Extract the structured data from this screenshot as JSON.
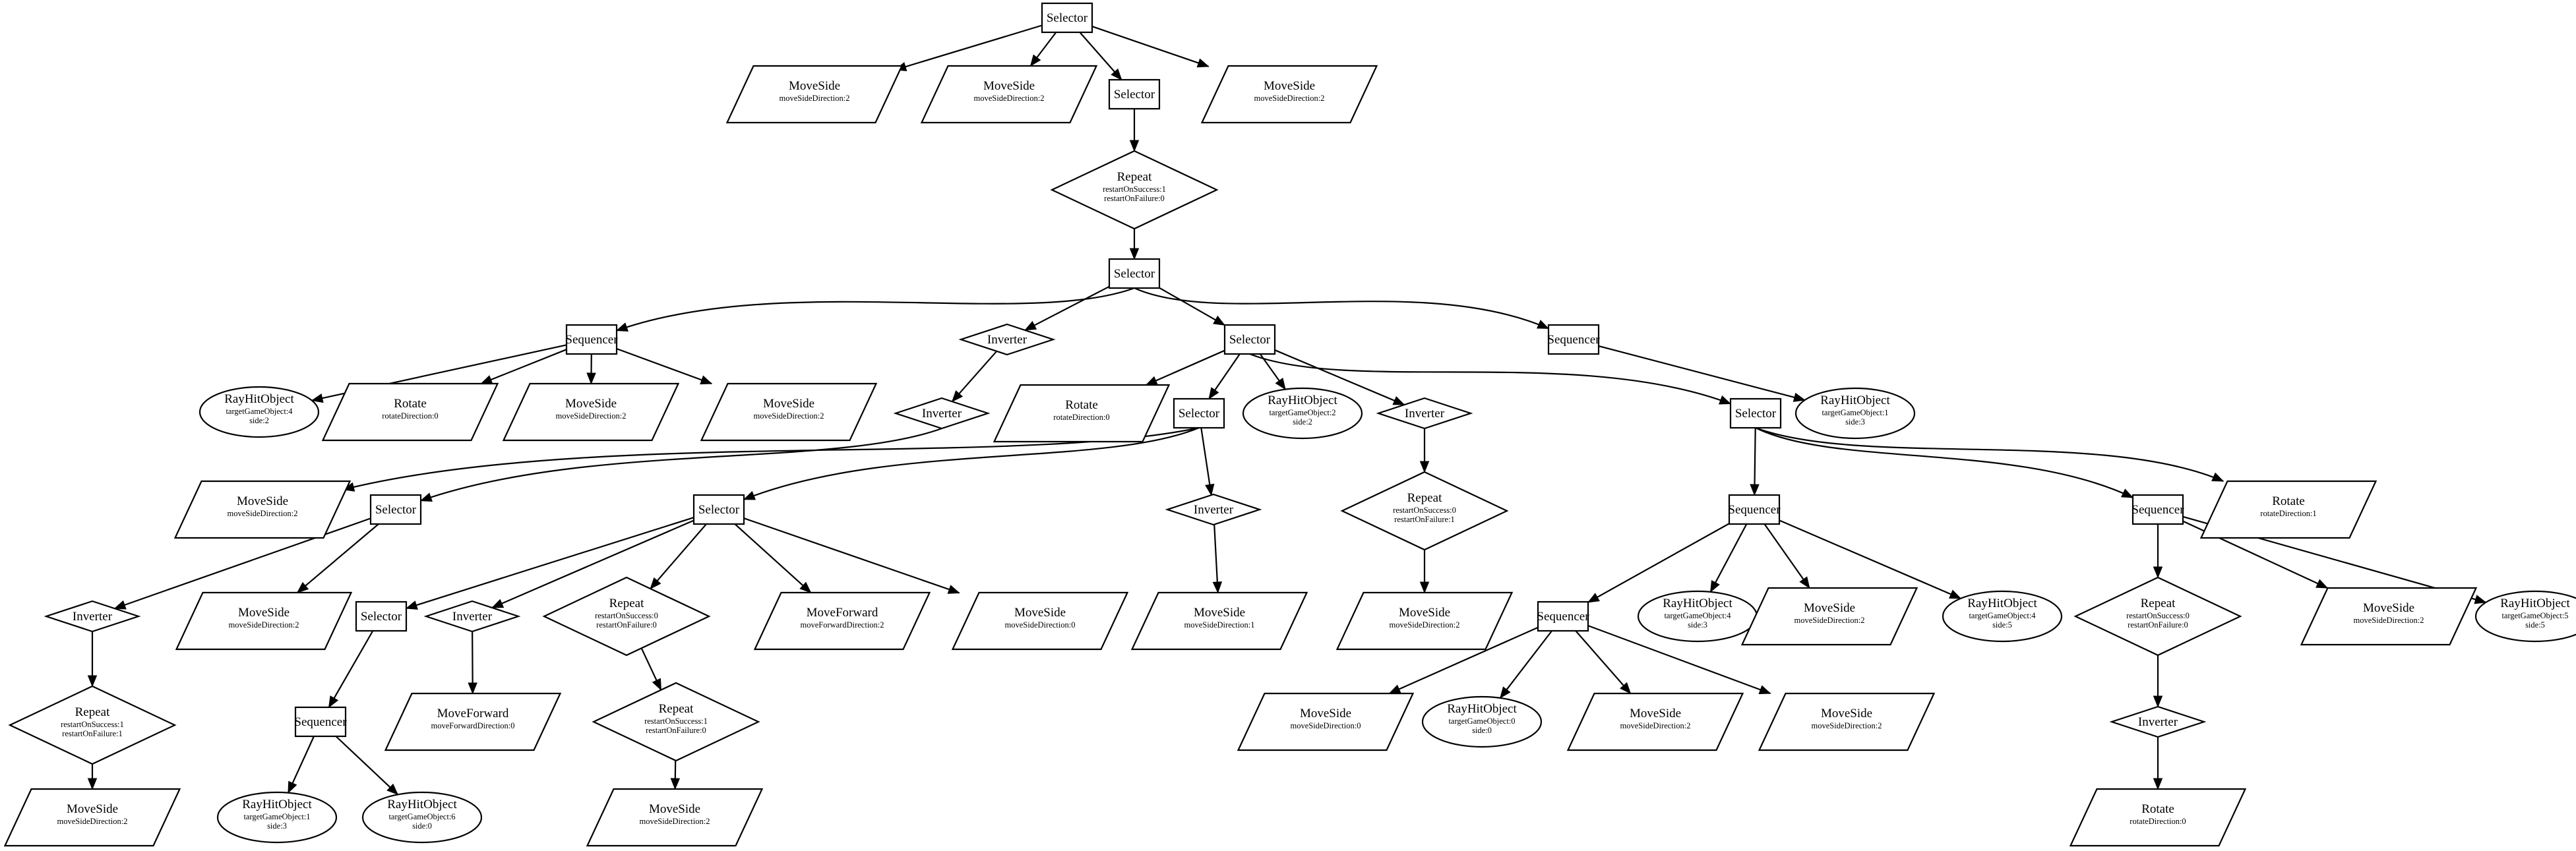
{
  "diagram": {
    "nodes": [
      {
        "id": "n1",
        "label": "Selector",
        "shape": "rect",
        "params": []
      },
      {
        "id": "n2",
        "label": "MoveSide",
        "shape": "parallelogram",
        "params": [
          "moveSideDirection:2"
        ]
      },
      {
        "id": "n3",
        "label": "MoveSide",
        "shape": "parallelogram",
        "params": [
          "moveSideDirection:2"
        ]
      },
      {
        "id": "n4",
        "label": "Selector",
        "shape": "rect",
        "params": []
      },
      {
        "id": "n5",
        "label": "MoveSide",
        "shape": "parallelogram",
        "params": [
          "moveSideDirection:2"
        ]
      },
      {
        "id": "n6",
        "label": "Repeat",
        "shape": "diamond",
        "params": [
          "restartOnSuccess:1",
          "restartOnFailure:0"
        ]
      },
      {
        "id": "n7",
        "label": "Selector",
        "shape": "rect",
        "params": []
      },
      {
        "id": "n8",
        "label": "Sequencer",
        "shape": "rect",
        "params": []
      },
      {
        "id": "n9",
        "label": "Inverter",
        "shape": "diamond",
        "params": []
      },
      {
        "id": "n10",
        "label": "Selector",
        "shape": "rect",
        "params": []
      },
      {
        "id": "n11",
        "label": "Sequencer",
        "shape": "rect",
        "params": []
      },
      {
        "id": "n12",
        "label": "RayHitObject",
        "shape": "ellipse",
        "params": [
          "targetGameObject:4",
          "side:2"
        ]
      },
      {
        "id": "n13",
        "label": "Rotate",
        "shape": "parallelogram",
        "params": [
          "rotateDirection:0"
        ]
      },
      {
        "id": "n14",
        "label": "MoveSide",
        "shape": "parallelogram",
        "params": [
          "moveSideDirection:2"
        ]
      },
      {
        "id": "n15",
        "label": "MoveSide",
        "shape": "parallelogram",
        "params": [
          "moveSideDirection:2"
        ]
      },
      {
        "id": "n16",
        "label": "Inverter",
        "shape": "diamond",
        "params": []
      },
      {
        "id": "n17",
        "label": "Rotate",
        "shape": "parallelogram",
        "params": [
          "rotateDirection:0"
        ]
      },
      {
        "id": "n18",
        "label": "Selector",
        "shape": "rect",
        "params": []
      },
      {
        "id": "n19",
        "label": "RayHitObject",
        "shape": "ellipse",
        "params": [
          "targetGameObject:2",
          "side:2"
        ]
      },
      {
        "id": "n20",
        "label": "Inverter",
        "shape": "diamond",
        "params": []
      },
      {
        "id": "n21",
        "label": "Selector",
        "shape": "rect",
        "params": []
      },
      {
        "id": "n22",
        "label": "RayHitObject",
        "shape": "ellipse",
        "params": [
          "targetGameObject:1",
          "side:3"
        ]
      },
      {
        "id": "n23",
        "label": "MoveSide",
        "shape": "parallelogram",
        "params": [
          "moveSideDirection:2"
        ]
      },
      {
        "id": "n24",
        "label": "Selector",
        "shape": "rect",
        "params": []
      },
      {
        "id": "n25",
        "label": "Selector",
        "shape": "rect",
        "params": []
      },
      {
        "id": "n26",
        "label": "Inverter",
        "shape": "diamond",
        "params": []
      },
      {
        "id": "n27",
        "label": "Repeat",
        "shape": "diamond",
        "params": [
          "restartOnSuccess:0",
          "restartOnFailure:1"
        ]
      },
      {
        "id": "n28",
        "label": "Sequencer",
        "shape": "rect",
        "params": []
      },
      {
        "id": "n29",
        "label": "Sequencer",
        "shape": "rect",
        "params": []
      },
      {
        "id": "n30",
        "label": "Rotate",
        "shape": "parallelogram",
        "params": [
          "rotateDirection:1"
        ]
      },
      {
        "id": "n31",
        "label": "Inverter",
        "shape": "diamond",
        "params": []
      },
      {
        "id": "n32",
        "label": "MoveSide",
        "shape": "parallelogram",
        "params": [
          "moveSideDirection:2"
        ]
      },
      {
        "id": "n33",
        "label": "Selector",
        "shape": "rect",
        "params": []
      },
      {
        "id": "n34",
        "label": "Inverter",
        "shape": "diamond",
        "params": []
      },
      {
        "id": "n35",
        "label": "Repeat",
        "shape": "diamond",
        "params": [
          "restartOnSuccess:0",
          "restartOnFailure:0"
        ]
      },
      {
        "id": "n36",
        "label": "MoveForward",
        "shape": "parallelogram",
        "params": [
          "moveForwardDirection:2"
        ]
      },
      {
        "id": "n37",
        "label": "MoveSide",
        "shape": "parallelogram",
        "params": [
          "moveSideDirection:0"
        ]
      },
      {
        "id": "n38",
        "label": "MoveSide",
        "shape": "parallelogram",
        "params": [
          "moveSideDirection:1"
        ]
      },
      {
        "id": "n39",
        "label": "MoveSide",
        "shape": "parallelogram",
        "params": [
          "moveSideDirection:2"
        ]
      },
      {
        "id": "n40",
        "label": "Sequencer",
        "shape": "rect",
        "params": []
      },
      {
        "id": "n41",
        "label": "RayHitObject",
        "shape": "ellipse",
        "params": [
          "targetGameObject:4",
          "side:3"
        ]
      },
      {
        "id": "n42",
        "label": "MoveSide",
        "shape": "parallelogram",
        "params": [
          "moveSideDirection:2"
        ]
      },
      {
        "id": "n43",
        "label": "RayHitObject",
        "shape": "ellipse",
        "params": [
          "targetGameObject:4",
          "side:5"
        ]
      },
      {
        "id": "n44",
        "label": "Repeat",
        "shape": "diamond",
        "params": [
          "restartOnSuccess:0",
          "restartOnFailure:0"
        ]
      },
      {
        "id": "n45",
        "label": "MoveSide",
        "shape": "parallelogram",
        "params": [
          "moveSideDirection:2"
        ]
      },
      {
        "id": "n46",
        "label": "RayHitObject",
        "shape": "ellipse",
        "params": [
          "targetGameObject:5",
          "side:5"
        ]
      },
      {
        "id": "n47",
        "label": "Repeat",
        "shape": "diamond",
        "params": [
          "restartOnSuccess:1",
          "restartOnFailure:1"
        ]
      },
      {
        "id": "n48",
        "label": "Sequencer",
        "shape": "rect",
        "params": []
      },
      {
        "id": "n49",
        "label": "MoveForward",
        "shape": "parallelogram",
        "params": [
          "moveForwardDirection:0"
        ]
      },
      {
        "id": "n50",
        "label": "Repeat",
        "shape": "diamond",
        "params": [
          "restartOnSuccess:1",
          "restartOnFailure:0"
        ]
      },
      {
        "id": "n51",
        "label": "MoveSide",
        "shape": "parallelogram",
        "params": [
          "moveSideDirection:0"
        ]
      },
      {
        "id": "n52",
        "label": "RayHitObject",
        "shape": "ellipse",
        "params": [
          "targetGameObject:0",
          "side:0"
        ]
      },
      {
        "id": "n53",
        "label": "MoveSide",
        "shape": "parallelogram",
        "params": [
          "moveSideDirection:2"
        ]
      },
      {
        "id": "n54",
        "label": "MoveSide",
        "shape": "parallelogram",
        "params": [
          "moveSideDirection:2"
        ]
      },
      {
        "id": "n55",
        "label": "Inverter",
        "shape": "diamond",
        "params": []
      },
      {
        "id": "n56",
        "label": "MoveSide",
        "shape": "parallelogram",
        "params": [
          "moveSideDirection:2"
        ]
      },
      {
        "id": "n57",
        "label": "RayHitObject",
        "shape": "ellipse",
        "params": [
          "targetGameObject:1",
          "side:3"
        ]
      },
      {
        "id": "n58",
        "label": "RayHitObject",
        "shape": "ellipse",
        "params": [
          "targetGameObject:6",
          "side:0"
        ]
      },
      {
        "id": "n59",
        "label": "MoveSide",
        "shape": "parallelogram",
        "params": [
          "moveSideDirection:2"
        ]
      },
      {
        "id": "n60",
        "label": "Rotate",
        "shape": "parallelogram",
        "params": [
          "rotateDirection:0"
        ]
      }
    ],
    "edges": [
      [
        "n1",
        "n2"
      ],
      [
        "n1",
        "n3"
      ],
      [
        "n1",
        "n4"
      ],
      [
        "n1",
        "n5"
      ],
      [
        "n4",
        "n6"
      ],
      [
        "n6",
        "n7"
      ],
      [
        "n7",
        "n8"
      ],
      [
        "n7",
        "n9"
      ],
      [
        "n7",
        "n10"
      ],
      [
        "n7",
        "n11"
      ],
      [
        "n8",
        "n12"
      ],
      [
        "n8",
        "n13"
      ],
      [
        "n8",
        "n14"
      ],
      [
        "n8",
        "n15"
      ],
      [
        "n9",
        "n16"
      ],
      [
        "n10",
        "n17"
      ],
      [
        "n10",
        "n18"
      ],
      [
        "n10",
        "n19"
      ],
      [
        "n10",
        "n20"
      ],
      [
        "n10",
        "n21"
      ],
      [
        "n11",
        "n22"
      ],
      [
        "n16",
        "n24"
      ],
      [
        "n18",
        "n23"
      ],
      [
        "n18",
        "n25"
      ],
      [
        "n18",
        "n31"
      ],
      [
        "n20",
        "n27"
      ],
      [
        "n21",
        "n28"
      ],
      [
        "n21",
        "n29"
      ],
      [
        "n21",
        "n30"
      ],
      [
        "n24",
        "n26"
      ],
      [
        "n24",
        "n32"
      ],
      [
        "n25",
        "n33"
      ],
      [
        "n25",
        "n34"
      ],
      [
        "n25",
        "n35"
      ],
      [
        "n25",
        "n36"
      ],
      [
        "n25",
        "n37"
      ],
      [
        "n31",
        "n38"
      ],
      [
        "n27",
        "n39"
      ],
      [
        "n28",
        "n40"
      ],
      [
        "n28",
        "n41"
      ],
      [
        "n28",
        "n42"
      ],
      [
        "n28",
        "n43"
      ],
      [
        "n29",
        "n44"
      ],
      [
        "n29",
        "n45"
      ],
      [
        "n29",
        "n46"
      ],
      [
        "n26",
        "n47"
      ],
      [
        "n33",
        "n48"
      ],
      [
        "n34",
        "n49"
      ],
      [
        "n35",
        "n50"
      ],
      [
        "n40",
        "n51"
      ],
      [
        "n40",
        "n52"
      ],
      [
        "n40",
        "n53"
      ],
      [
        "n40",
        "n54"
      ],
      [
        "n44",
        "n55"
      ],
      [
        "n47",
        "n56"
      ],
      [
        "n48",
        "n57"
      ],
      [
        "n48",
        "n58"
      ],
      [
        "n50",
        "n59"
      ],
      [
        "n55",
        "n60"
      ]
    ]
  }
}
